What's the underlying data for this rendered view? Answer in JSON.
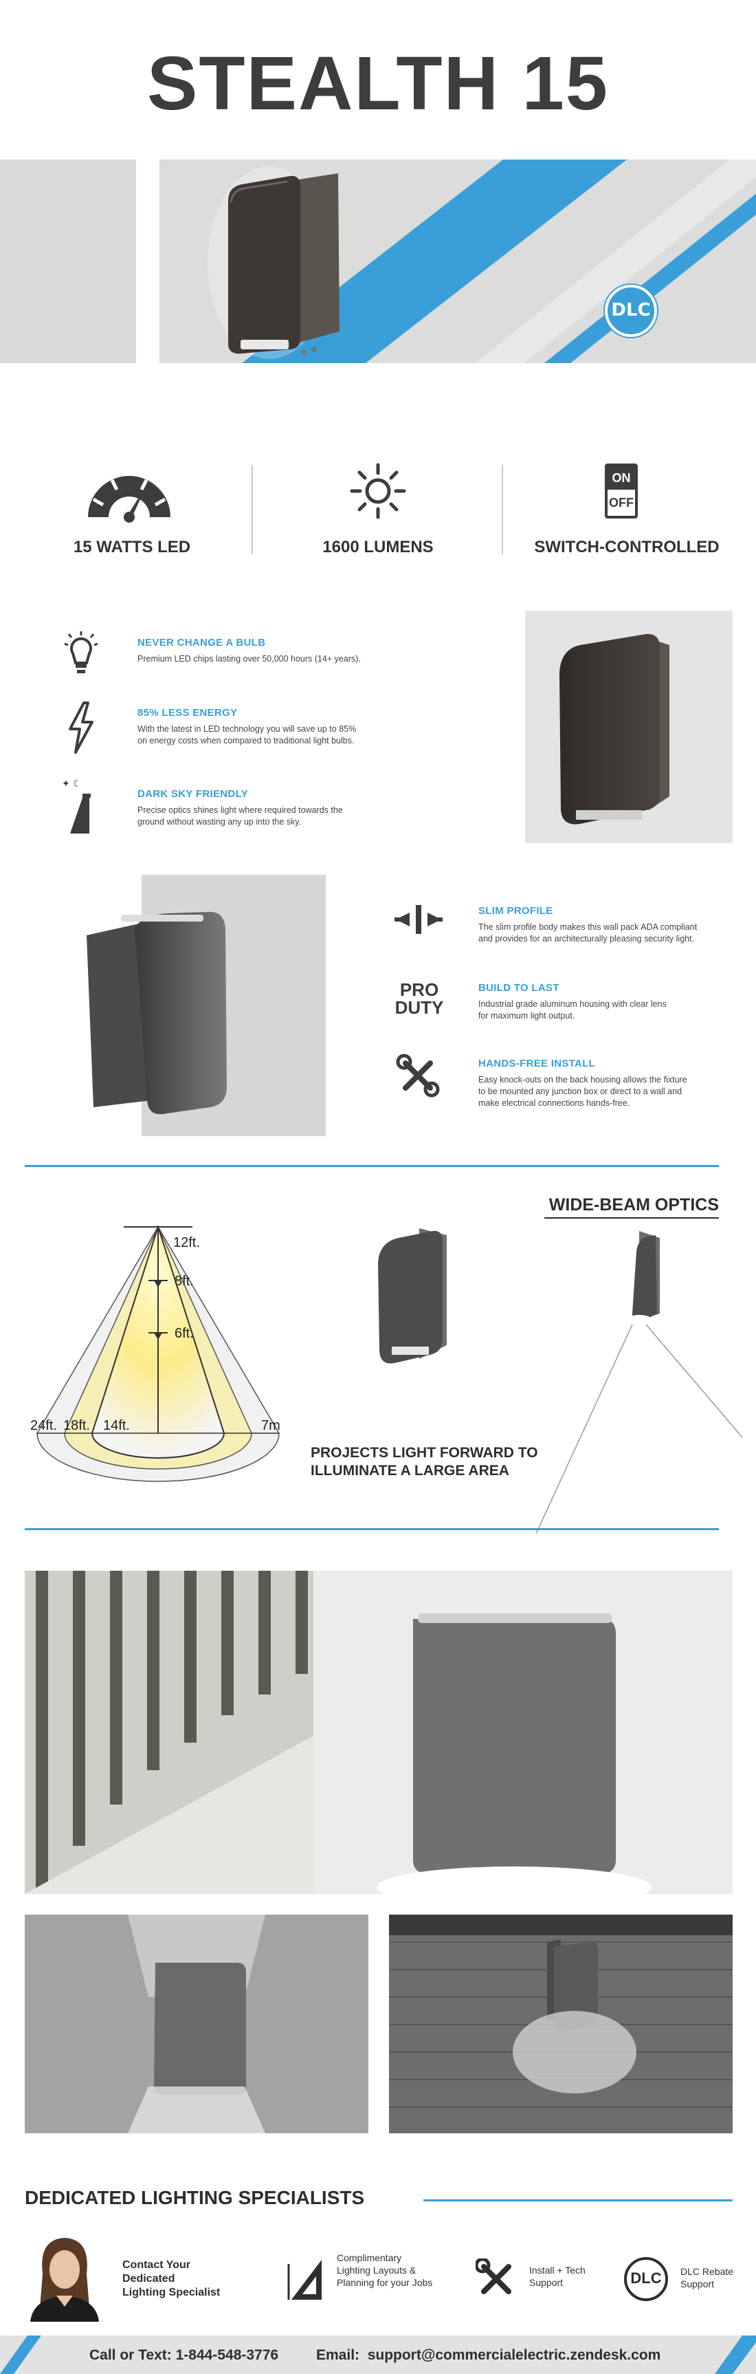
{
  "header": {
    "title": "STEALTH 15"
  },
  "hero": {
    "badge": "DLC"
  },
  "features": [
    {
      "label": "15 WATTS LED",
      "icon": "gauge-icon"
    },
    {
      "label": "1600 LUMENS",
      "icon": "sun-icon"
    },
    {
      "label": "SWITCH-CONTROLLED",
      "icon": "switch-icon",
      "switch_on": "ON",
      "switch_off": "OFF"
    }
  ],
  "benefits_left": [
    {
      "title": "NEVER CHANGE A BULB",
      "text": "Premium LED chips lasting over 50,000 hours (14+ years)."
    },
    {
      "title": "85% LESS ENERGY",
      "text_1": "With the latest in LED technology you will save up to 85%",
      "text_2": "on energy costs when compared to traditional light bulbs."
    },
    {
      "title": "DARK SKY FRIENDLY",
      "text_1": "Precise optics shines light where required towards the",
      "text_2": "ground without wasting any up into the sky."
    }
  ],
  "benefits_right": [
    {
      "title": "SLIM PROFILE",
      "text_1": "The slim profile body makes this wall pack ADA compliant",
      "text_2": "and provides for an architecturally pleasing security light."
    },
    {
      "title": "BUILD TO LAST",
      "icon_line1": "PRO",
      "icon_line2": "DUTY",
      "text_1": "Industrial grade aluminum housing with clear lens",
      "text_2": "for maximum light output."
    },
    {
      "title": "HANDS-FREE INSTALL",
      "text_1": "Easy knock-outs on the back housing allows the fixture",
      "text_2": "to be mounted any junction box or direct to a wall and",
      "text_3": "make electrical connections hands-free."
    }
  ],
  "optics": {
    "heading": "WIDE-BEAM OPTICS",
    "heights": [
      "12ft.",
      "8ft.",
      "6ft."
    ],
    "widths": [
      "24ft.",
      "18ft.",
      "14ft."
    ],
    "width_right": "7m",
    "caption_1": "PROJECTS LIGHT FORWARD TO",
    "caption_2": "ILLUMINATE A LARGE AREA"
  },
  "footer": {
    "heading": "DEDICATED LIGHTING SPECIALISTS",
    "contact_1": "Contact Your",
    "contact_2": "Dedicated",
    "contact_3": "Lighting Specialist",
    "layout_1": "Complimentary",
    "layout_2": "Lighting Layouts &",
    "layout_3": "Planning for your Jobs",
    "support_1": "Install + Tech",
    "support_2": "Support",
    "rebate_badge": "DLC",
    "rebate_1": "DLC Rebate",
    "rebate_2": "Support",
    "phone": "Call or Text: 1-844-548-3776",
    "email": "Email:  support@commercialelectric.zendesk.com"
  },
  "colors": {
    "accent": "#3a9fd8",
    "dark": "#3d3d3f",
    "panel": "#dcdcdc"
  }
}
